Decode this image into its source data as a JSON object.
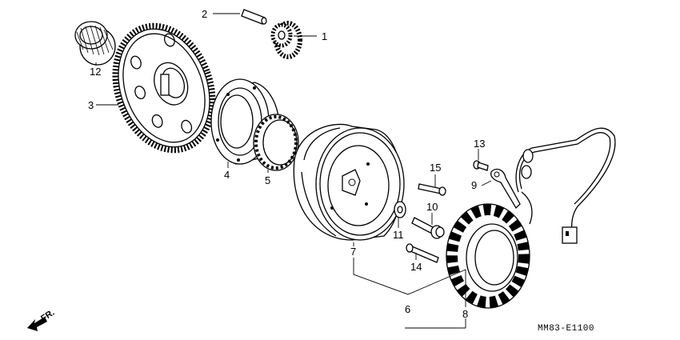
{
  "diagram": {
    "parts": [
      {
        "id": "p1",
        "label": "1",
        "name": "starter-driven-gear-small"
      },
      {
        "id": "p2",
        "label": "2",
        "name": "pin-shaft"
      },
      {
        "id": "p3",
        "label": "3",
        "name": "starter-driven-gear"
      },
      {
        "id": "p4",
        "label": "4",
        "name": "starter-clutch-outer"
      },
      {
        "id": "p5",
        "label": "5",
        "name": "one-way-clutch"
      },
      {
        "id": "p6",
        "label": "6",
        "name": "alternator-assembly"
      },
      {
        "id": "p7",
        "label": "7",
        "name": "flywheel-rotor"
      },
      {
        "id": "p8",
        "label": "8",
        "name": "stator"
      },
      {
        "id": "p9",
        "label": "9",
        "name": "wire-clamp"
      },
      {
        "id": "p10",
        "label": "10",
        "name": "flange-bolt"
      },
      {
        "id": "p11",
        "label": "11",
        "name": "washer"
      },
      {
        "id": "p12",
        "label": "12",
        "name": "needle-bearing"
      },
      {
        "id": "p13",
        "label": "13",
        "name": "clamp-bolt"
      },
      {
        "id": "p14",
        "label": "14",
        "name": "stator-bolt"
      },
      {
        "id": "p15",
        "label": "15",
        "name": "socket-bolt"
      }
    ],
    "direction_label": "FR.",
    "figure_code": "MM83-E1100"
  }
}
